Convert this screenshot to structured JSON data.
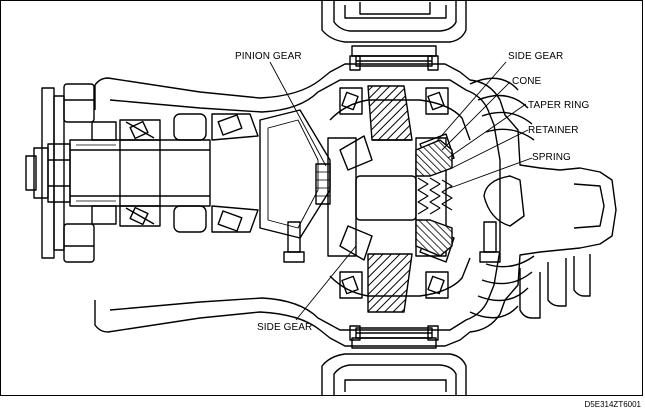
{
  "labels": {
    "pinion_gear": "PINION GEAR",
    "side_gear_top": "SIDE GEAR",
    "cone": "CONE",
    "taper_ring": "TAPER RING",
    "retainer": "RETAINER",
    "spring": "SPRING",
    "side_gear_bottom": "SIDE GEAR"
  },
  "figure_code": "D5E314ZT6001"
}
